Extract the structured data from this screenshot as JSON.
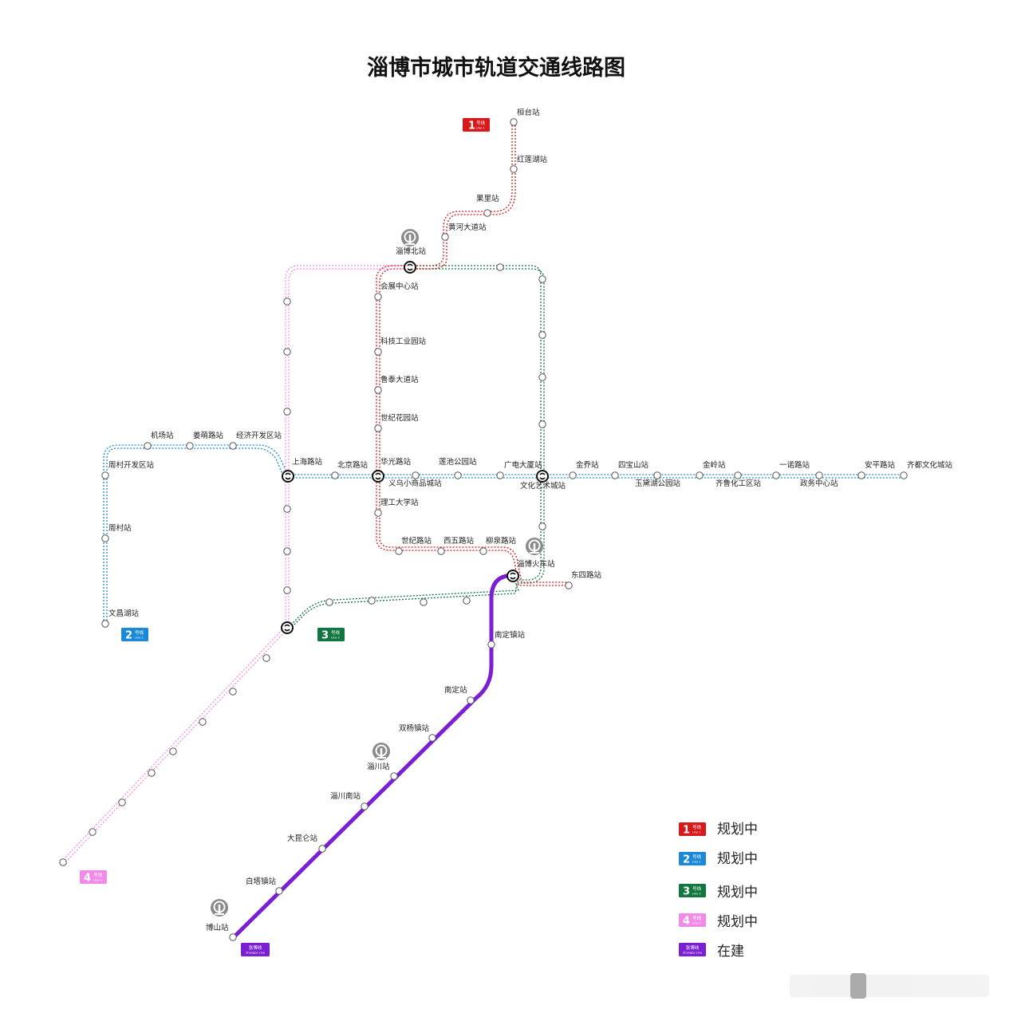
{
  "title": "淄博市城市轨道交通线路图",
  "colors": {
    "line1": "#d7191c",
    "line2": "#1c88d8",
    "line3": "#11763f",
    "line4": "#f08ce8",
    "zhangbo": "#7a1fd4",
    "text": "#222222",
    "railway_icon": "#8a8a8a"
  },
  "stations": {
    "huantai": "桓台站",
    "honglianhu": "红莲湖站",
    "guoli": "果里站",
    "huanghedadao": "黄河大道站",
    "zibobei": "淄博北站",
    "huizhanzhongxin": "会展中心站",
    "kejigongyeyuan": "科技工业园站",
    "lutaidadao": "鲁泰大道站",
    "shijihuayuan": "世纪花园站",
    "huaguanglu": "华光路站",
    "yiwu": "义乌小商品城站",
    "ligongdaxue": "理工大学站",
    "shijilu": "世纪路站",
    "xiwulu": "西五路站",
    "liuquanlu": "柳泉路站",
    "ziboHuoche": "淄博火车站",
    "dongsilu": "东四路站",
    "jichang": "机场站",
    "jiangmenglu": "姜萌路站",
    "jingjikaifaqu": "经济开发区站",
    "zhoucunkaifaqu": "周村开发区站",
    "zhoucun": "周村站",
    "wenchanghu": "文昌湖站",
    "shanghailu": "上海路站",
    "beijinglu": "北京路站",
    "lianchigongyuan": "莲池公园站",
    "guangdiandasha": "广电大厦站",
    "wenhuayishucheng": "文化艺术城站",
    "jinqiao": "金乔站",
    "sibaoshan": "四宝山站",
    "yudaihugongyuan": "玉黛湖公园站",
    "jinling": "金岭站",
    "qiluhuagongqu": "齐鲁化工区站",
    "yinuolu": "一诺路站",
    "zhengwuzhongxin": "政务中心站",
    "anpinglu": "安平路站",
    "qiduwenhuacheng": "齐都文化城站",
    "nandingzhen": "南定镇站",
    "nanding": "南定站",
    "shuangyangzhen": "双杨镇站",
    "zichuan": "淄川站",
    "zichuannan": "淄川南站",
    "dakunlun": "大昆仑站",
    "baitazhen": "白塔镇站",
    "boshan": "博山站"
  },
  "badges": {
    "line1": {
      "num": "1",
      "zh": "号线",
      "en": "Line 1"
    },
    "line2": {
      "num": "2",
      "zh": "号线",
      "en": "Line 2"
    },
    "line3": {
      "num": "3",
      "zh": "号线",
      "en": "Line 3"
    },
    "line4": {
      "num": "4",
      "zh": "号线",
      "en": "Line 4"
    },
    "zhangbo": {
      "zh": "张博线",
      "en": "Zhangbo Line"
    }
  },
  "legend": [
    {
      "line": "1",
      "status": "规划中",
      "color": "#d7191c"
    },
    {
      "line": "2",
      "status": "规划中",
      "color": "#1c88d8"
    },
    {
      "line": "3",
      "status": "规划中",
      "color": "#11763f"
    },
    {
      "line": "4",
      "status": "规划中",
      "color": "#f08ce8"
    },
    {
      "line": "张博线",
      "status": "在建",
      "color": "#7a1fd4"
    }
  ]
}
